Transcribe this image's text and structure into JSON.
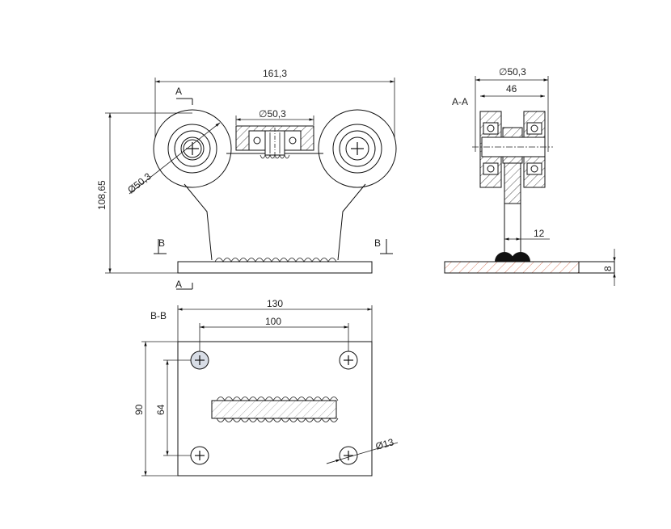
{
  "labels": {
    "dim_width_top": "161,3",
    "dim_height_left": "108,65",
    "dim_wheel_dia": "Ø50,3",
    "dim_center_bearing": "∅50,3",
    "section_a_top": "A",
    "section_a_bottom": "A",
    "section_b_left": "B",
    "section_b_right": "B",
    "view_aa_title": "A-A",
    "view_aa_dia": "∅50,3",
    "view_aa_width": "46",
    "view_aa_stem": "12",
    "view_aa_plate": "8",
    "view_bb_title": "B-B",
    "plate_width": "130",
    "hole_spacing_x": "100",
    "plate_height": "90",
    "hole_spacing_y": "64",
    "hole_dia": "Ø13"
  },
  "colors": {
    "line": "#111111",
    "hatch_plate": "#d9826a",
    "hole_fill": "#d8dde6"
  }
}
